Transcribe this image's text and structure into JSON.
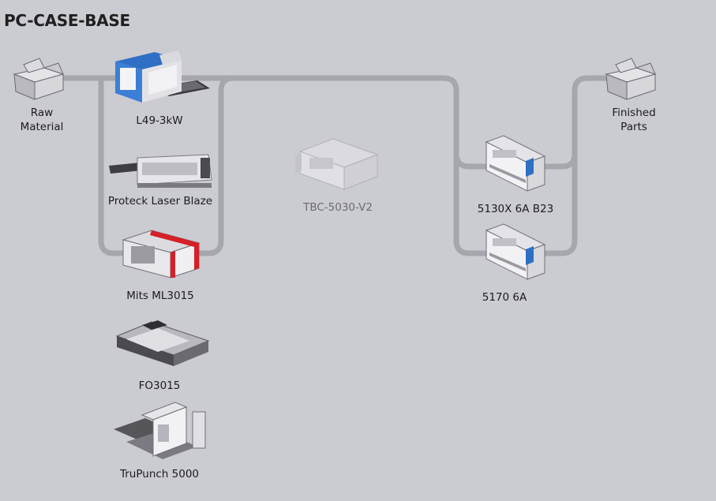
{
  "title": "PC-CASE-BASE",
  "nodes": {
    "raw_material": {
      "label_line1": "Raw",
      "label_line2": "Material",
      "icon": "bin-icon"
    },
    "l49": {
      "label": "L49-3kW",
      "icon": "laser-cutter-blue-icon"
    },
    "proteck": {
      "label": "Proteck Laser Blaze",
      "icon": "laser-cutter-gray-icon"
    },
    "mits": {
      "label": "Mits ML3015",
      "icon": "laser-cutter-red-icon"
    },
    "fo3015": {
      "label": "FO3015",
      "icon": "laser-machine-icon"
    },
    "trupunch": {
      "label": "TruPunch 5000",
      "icon": "punch-machine-icon"
    },
    "tbc": {
      "label": "TBC-5030-V2",
      "icon": "press-brake-disabled-icon"
    },
    "b23": {
      "label": "5130X 6A B23",
      "icon": "press-brake-icon"
    },
    "p5170": {
      "label": "5170 6A",
      "icon": "press-brake-icon"
    },
    "finished": {
      "label_line1": "Finished",
      "label_line2": "Parts",
      "icon": "bin-icon"
    }
  },
  "colors": {
    "background": "#cbcbd2",
    "route": "#a6a6ad",
    "accent_blue": "#2f6fc4",
    "accent_red": "#d61f26"
  }
}
